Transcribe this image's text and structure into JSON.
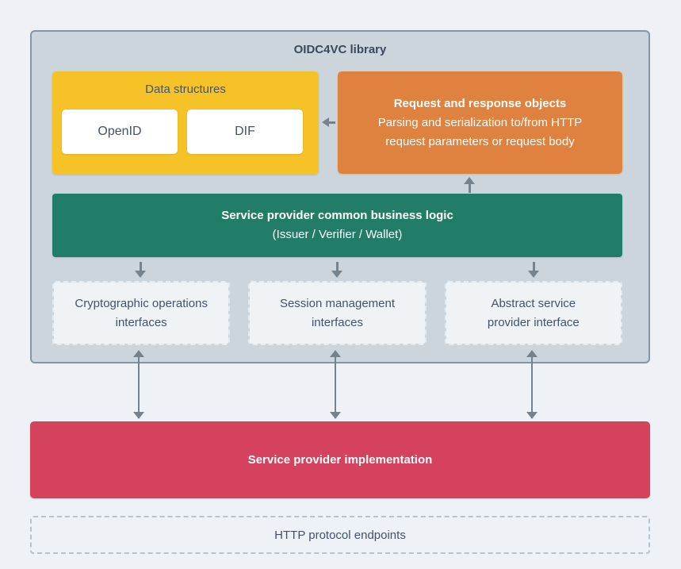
{
  "colors": {
    "page_bg": "#eef1f5",
    "container_bg": "#cdd5dc",
    "container_border": "#8496a5",
    "yellow": "#f5c228",
    "orange": "#e0823f",
    "green": "#227d68",
    "red": "#d4425e",
    "arrow": "#75838f",
    "dark_text": "#44536a"
  },
  "icons": {
    "arrow_left": "left-pointing solid arrow (orange box to data structures)",
    "arrow_up": "up-pointing solid arrow (business logic to request objects)",
    "arrow_down": "down-pointing solid arrow (business logic to interfaces)",
    "double_arrow_vertical": "double-headed vertical arrow (interfaces to implementation)"
  },
  "library": {
    "title": "OIDC4VC library",
    "data_structures": {
      "title": "Data structures",
      "items": [
        {
          "label": "OpenID"
        },
        {
          "label": "DIF"
        }
      ]
    },
    "request_response": {
      "title": "Request and response objects",
      "subtitle": "Parsing and serialization to/from HTTP request parameters or request body"
    },
    "business_logic": {
      "title": "Service provider common business logic",
      "subtitle": "(Issuer / Verifier / Wallet)"
    },
    "interfaces": [
      {
        "lines": [
          "Cryptographic operations",
          "interfaces"
        ]
      },
      {
        "lines": [
          "Session management",
          "interfaces"
        ]
      },
      {
        "lines": [
          "Abstract service",
          "provider interface"
        ]
      }
    ]
  },
  "implementation": {
    "title": "Service provider implementation"
  },
  "endpoints": {
    "title": "HTTP protocol endpoints"
  }
}
